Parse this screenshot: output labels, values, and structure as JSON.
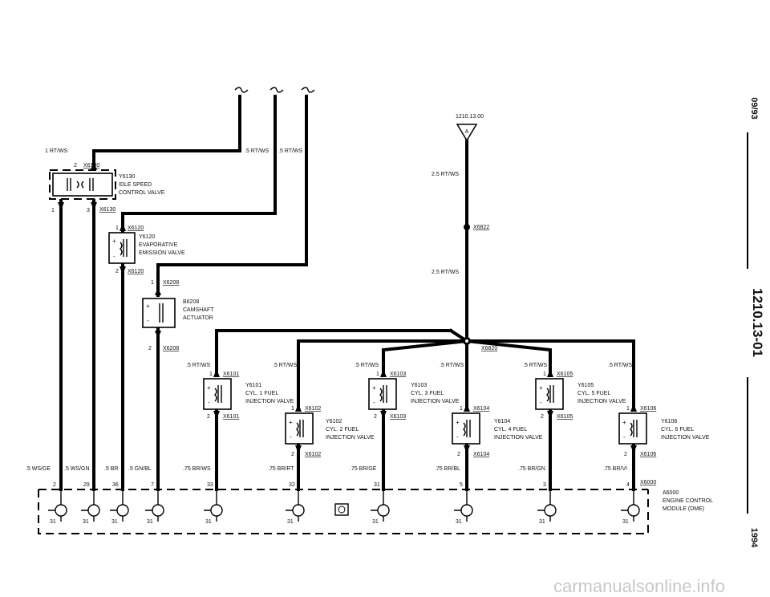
{
  "sidebar": {
    "date": "09/93",
    "page_number": "1210.13-01",
    "year": "1994"
  },
  "watermark": "carmanualsonline.info",
  "ref_label": "1210.13.00",
  "ref_letter": "A",
  "wires": {
    "w1": "1 RT/WS",
    "w2": ".5 RT/WS",
    "w3": ".5 RT/WS",
    "w_supply1": "2.5 RT/WS",
    "w_supply2": "2.5 RT/WS",
    "w_inj1": ".5 RT/WS",
    "w_inj2": ".5 RT/WS",
    "w_inj3": ".5 RT/WS",
    "w_inj4": ".5 RT/WS",
    "w_inj5": ".5 RT/WS",
    "w_inj6": ".5 RT/WS",
    "b1": ".5 WS/GE",
    "b2": ".5 WS/GN",
    "b3": ".5 BR",
    "b4": ".5 GN/BL",
    "b5": ".75 BR/WS",
    "b6": ".75 BR/RT",
    "b7": ".75 BR/GE",
    "b8": ".75 BR/BL",
    "b9": ".75 BR/GN",
    "b10": ".75 BR/VI"
  },
  "connectors": {
    "x6130_top": "X6130",
    "x6130_bot": "X6130",
    "x6120_top": "X6120",
    "x6120_bot": "X6120",
    "x6208_top": "X6208",
    "x6208_bot": "X6208",
    "x6822": "X6822",
    "x6820": "X6820",
    "x6101_top": "X6101",
    "x6101_bot": "X6101",
    "x6102_top": "X6102",
    "x6102_bot": "X6102",
    "x6103_top": "X6103",
    "x6103_bot": "X6103",
    "x6104_top": "X6104",
    "x6104_bot": "X6104",
    "x6105_top": "X6105",
    "x6105_bot": "X6105",
    "x6106_top": "X6106",
    "x6106_bot": "X6106",
    "x6000": "X6000"
  },
  "components": {
    "y6130": {
      "id": "Y6130",
      "l1": "IDLE SPEED",
      "l2": "CONTROL VALVE"
    },
    "y6120": {
      "id": "Y6120",
      "l1": "EVAPORATIVE",
      "l2": "EMISSION VALVE"
    },
    "b6208": {
      "id": "B6208",
      "l1": "CAMSHAFT",
      "l2": "ACTUATOR"
    },
    "y6101": {
      "id": "Y6101",
      "l1": "CYL. 1 FUEL",
      "l2": "INJECTION VALVE"
    },
    "y6102": {
      "id": "Y6102",
      "l1": "CYL. 2 FUEL",
      "l2": "INJECTION VALVE"
    },
    "y6103": {
      "id": "Y6103",
      "l1": "CYL. 3 FUEL",
      "l2": "INJECTION VALVE"
    },
    "y6104": {
      "id": "Y6104",
      "l1": "CYL. 4 FUEL",
      "l2": "INJECTION VALVE"
    },
    "y6105": {
      "id": "Y6105",
      "l1": "CYL. 5 FUEL",
      "l2": "INJECTION VALVE"
    },
    "y6106": {
      "id": "Y6106",
      "l1": "CYL. 6 FUEL",
      "l2": "INJECTION VALVE"
    },
    "a6000": {
      "id": "A6000",
      "l1": "ENGINE CONTROL",
      "l2": "MODULE (DME)"
    }
  },
  "pins": {
    "y6130_p2": "2",
    "y6130_p1": "1",
    "y6130_p3": "3",
    "y6120_p1": "1",
    "y6120_p2": "2",
    "b6208_p1": "1",
    "b6208_p2": "2",
    "i1_p1": "1",
    "i1_p2": "2",
    "i2_p1": "1",
    "i2_p2": "2",
    "i3_p1": "1",
    "i3_p2": "2",
    "i4_p1": "1",
    "i4_p2": "2",
    "i5_p1": "1",
    "i5_p2": "2",
    "i6_p1": "1",
    "i6_p2": "2",
    "ecm_2": "2",
    "ecm_29": "29",
    "ecm_36": "36",
    "ecm_7": "7",
    "ecm_33": "33",
    "ecm_32": "32",
    "ecm_31": "31",
    "ecm_5": "5",
    "ecm_3": "3",
    "ecm_4": "4"
  },
  "ground_pin": "31",
  "plus": "+",
  "minus": "-"
}
